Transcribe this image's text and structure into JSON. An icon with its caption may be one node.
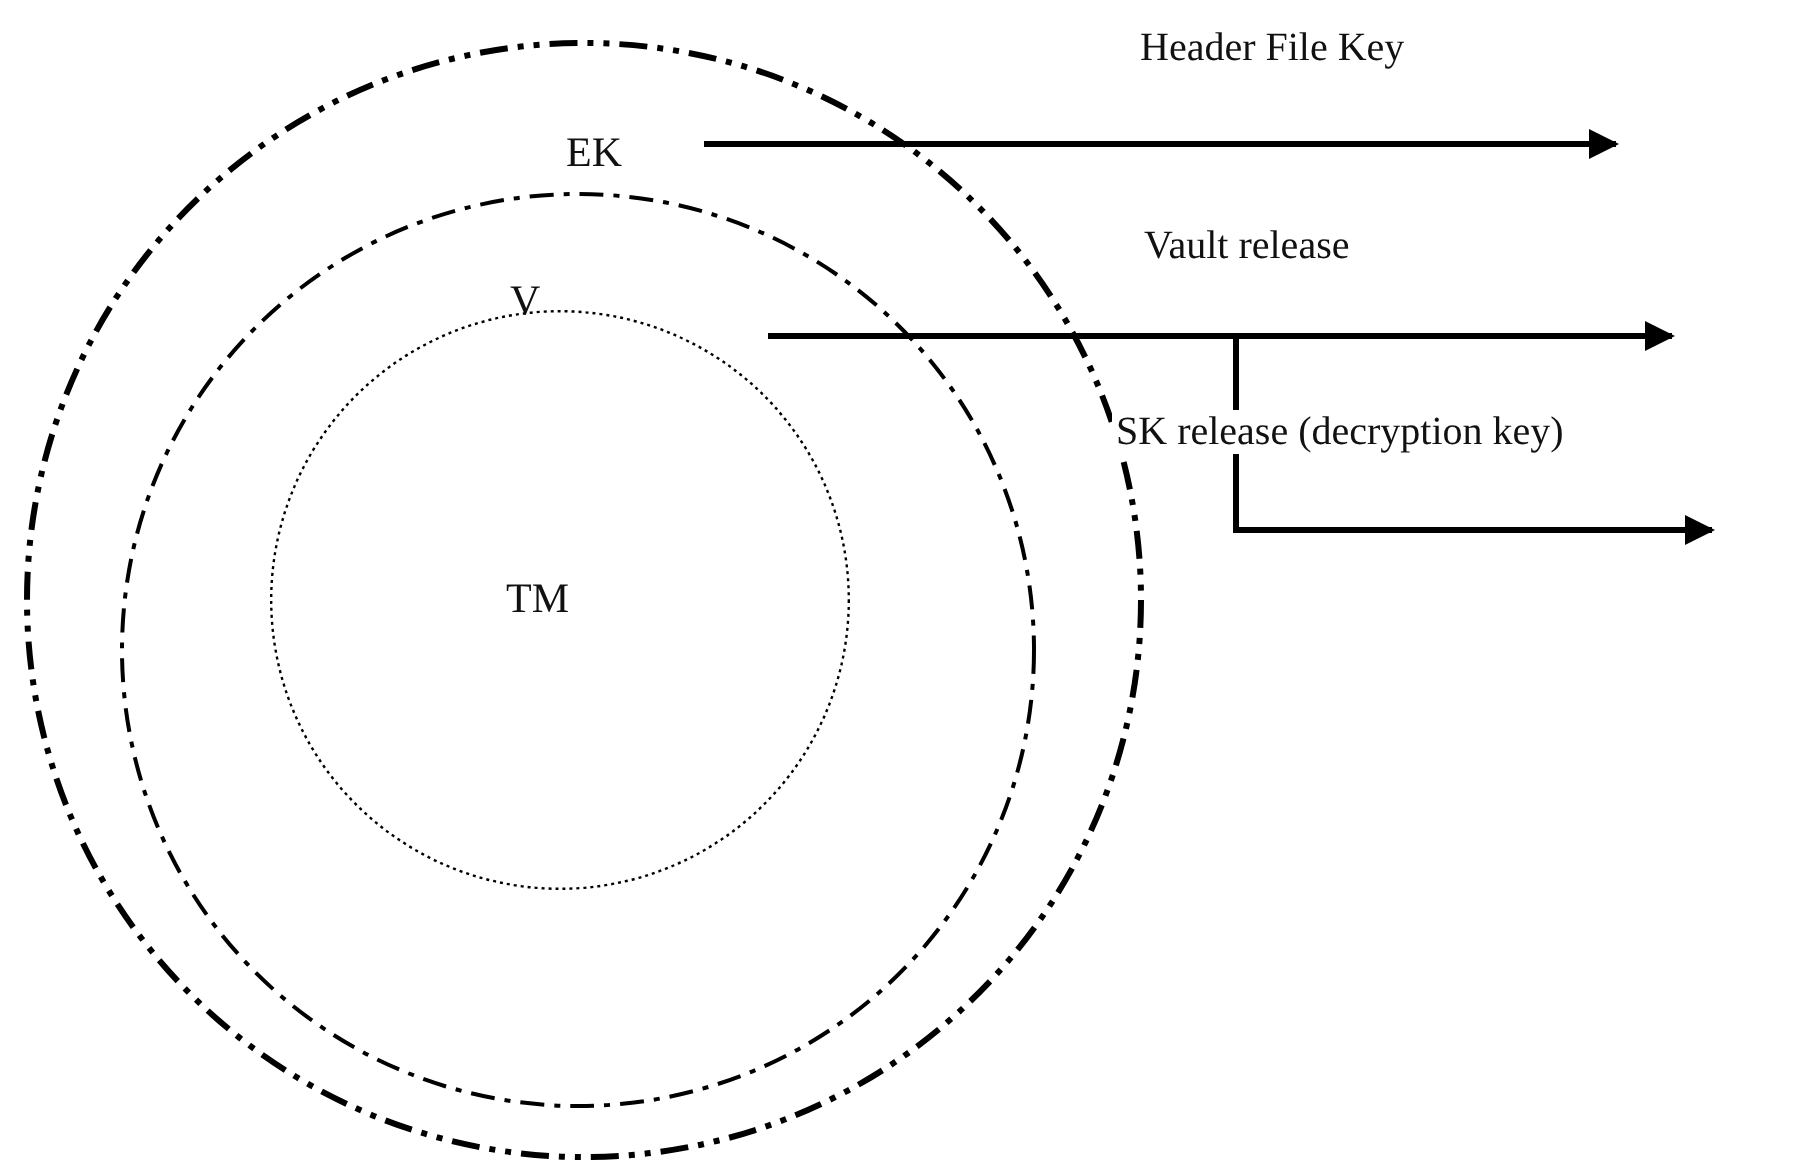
{
  "diagram": {
    "nodes": [
      {
        "text": [
          "EK"
        ]
      },
      {
        "text": [
          "V"
        ],
        "in": 0
      },
      {
        "text": [
          "TM"
        ],
        "in": 1
      }
    ],
    "edges": [
      {
        "from": 0,
        "to": null,
        "arrow": "to",
        "label": "Header File Key"
      },
      {
        "from": 1,
        "to": null,
        "arrow": "to",
        "label": "Vault release"
      },
      {
        "from": 1,
        "to": null,
        "arrow": "to",
        "label": "SK release (decryption key)"
      }
    ]
  }
}
